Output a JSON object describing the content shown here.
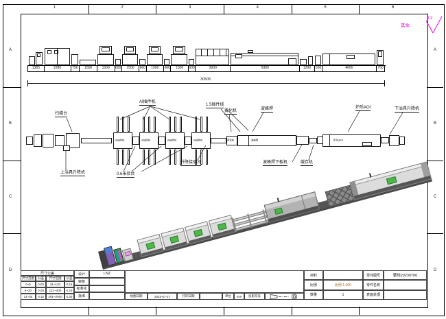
{
  "drawing": {
    "frame": {
      "columns": [
        "1",
        "2",
        "3",
        "4",
        "5",
        "6"
      ],
      "rows": [
        "A",
        "B",
        "C",
        "D"
      ]
    },
    "surface_note": {
      "prefix": "其余.",
      "roughness": "3.2"
    },
    "colors": {
      "accent_magenta": "#e400e4",
      "screen_green": "#4db848",
      "machine_light": "#dcdcdc",
      "machine_mid": "#b3b3b3",
      "machine_dark": "#4a4a4a",
      "scale_text": "#96601e"
    },
    "elevation": {
      "segment_dims_mm": [
        "1385",
        "2280",
        "750",
        "1500",
        "1500",
        "600",
        "1500",
        "600",
        "1500",
        "600",
        "1500",
        "600",
        "3000",
        "5900",
        "1290",
        "650",
        "4600",
        "750"
      ],
      "total_mm": "30505"
    },
    "plan": {
      "machine_labels": {
        "ai": "AI插件机",
        "fog": "雾化机",
        "wave": "波峰焊",
        "aoi": "炉后AOI"
      },
      "callouts": [
        {
          "id": "scan",
          "text": "扫描台"
        },
        {
          "id": "ai",
          "text": "AI插件机"
        },
        {
          "id": "line15",
          "text": "1.5插件线"
        },
        {
          "id": "fog",
          "text": "雾化机"
        },
        {
          "id": "wave",
          "text": "波峰焊"
        },
        {
          "id": "aoi",
          "text": "炉后AOI"
        },
        {
          "id": "downjig",
          "text": "下治具升降机"
        },
        {
          "id": "upjig",
          "text": "上治具升降机"
        },
        {
          "id": "dock06",
          "text": "0.6米驳台"
        },
        {
          "id": "liftdock",
          "text": "升降接驳台"
        },
        {
          "id": "waveunload",
          "text": "波峰焊下板机"
        },
        {
          "id": "buffer",
          "text": "缓存机"
        }
      ]
    },
    "title_block": {
      "tolerance_table": {
        "title": "尺寸公差",
        "headers": [
          "尺寸范围",
          "公差",
          "尺寸范围",
          "公差"
        ],
        "rows": [
          [
            "0~5",
            "0.03",
            "31~120",
            "0.15"
          ],
          [
            "6~20",
            "0.05",
            "121~400",
            "0.20"
          ],
          [
            "21~30",
            "0.10",
            "401~2000",
            "0.30"
          ]
        ]
      },
      "signoff_rows": [
        [
          "设计",
          "LNZ"
        ],
        [
          "审核",
          ""
        ],
        [
          "标准化",
          ""
        ],
        [
          "批准",
          ""
        ]
      ],
      "meta_cells": [
        "绘图日期",
        "2023-07-17",
        "打印日期",
        "",
        "单位",
        "mm",
        "投影符号"
      ],
      "info_rows": [
        [
          "材料",
          "",
          "零件图号",
          "整线20230706"
        ],
        [
          "比例",
          "比例 1:200",
          "零件名称",
          ""
        ],
        [
          "数量",
          "1",
          "表面处理",
          ""
        ]
      ]
    }
  }
}
